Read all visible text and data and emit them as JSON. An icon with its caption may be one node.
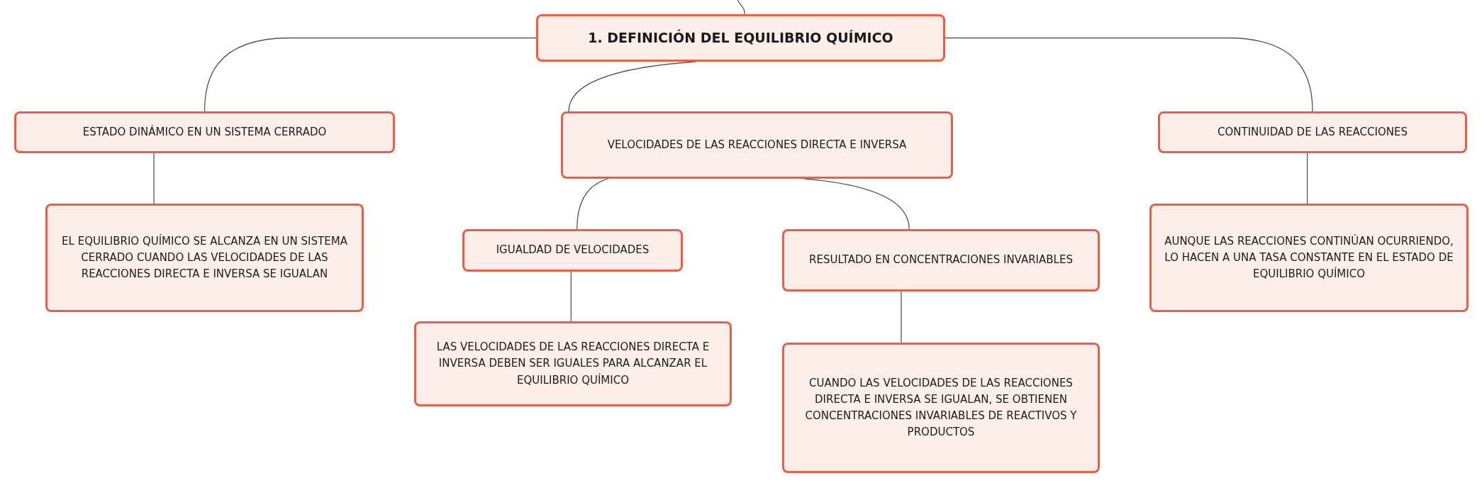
{
  "diagram": {
    "nodes": [
      {
        "text": [
          "1. DEFINICIÓN DEL EQUILIBRIO QUÍMICO"
        ]
      },
      {
        "text": [
          "ESTADO DINÁMICO EN UN SISTEMA CERRADO"
        ]
      },
      {
        "text": [
          "VELOCIDADES DE LAS REACCIONES DIRECTA E INVERSA"
        ]
      },
      {
        "text": [
          "CONTINUIDAD DE LAS REACCIONES"
        ]
      },
      {
        "text": [
          "EL EQUILIBRIO QUÍMICO SE ALCANZA EN UN SISTEMA CERRADO CUANDO LAS VELOCIDADES DE LAS REACCIONES DIRECTA E INVERSA SE IGUALAN"
        ]
      },
      {
        "text": [
          "IGUALDAD DE VELOCIDADES"
        ]
      },
      {
        "text": [
          "RESULTADO EN CONCENTRACIONES INVARIABLES"
        ]
      },
      {
        "text": [
          "AUNQUE LAS REACCIONES CONTINÚAN OCURRIENDO, LO HACEN A UNA TASA CONSTANTE EN EL ESTADO DE EQUILIBRIO QUÍMICO"
        ]
      },
      {
        "text": [
          "LAS VELOCIDADES DE LAS REACCIONES DIRECTA E INVERSA DEBEN SER IGUALES PARA ALCANZAR EL EQUILIBRIO QUÍMICO"
        ]
      },
      {
        "text": [
          "CUANDO LAS VELOCIDADES DE LAS REACCIONES DIRECTA E INVERSA SE IGUALAN, SE OBTIENEN CONCENTRACIONES INVARIABLES DE REACTIVOS Y PRODUCTOS"
        ]
      }
    ],
    "edges": [
      {
        "from": null,
        "to": 0,
        "arrow": "none"
      },
      {
        "from": 0,
        "to": 1,
        "arrow": "none"
      },
      {
        "from": 0,
        "to": 2,
        "arrow": "none"
      },
      {
        "from": 0,
        "to": 3,
        "arrow": "none"
      },
      {
        "from": 1,
        "to": 4,
        "arrow": "none"
      },
      {
        "from": 2,
        "to": 5,
        "arrow": "none"
      },
      {
        "from": 2,
        "to": 6,
        "arrow": "none"
      },
      {
        "from": 3,
        "to": 7,
        "arrow": "none"
      },
      {
        "from": 5,
        "to": 8,
        "arrow": "none"
      },
      {
        "from": 6,
        "to": 9,
        "arrow": "none"
      }
    ]
  }
}
